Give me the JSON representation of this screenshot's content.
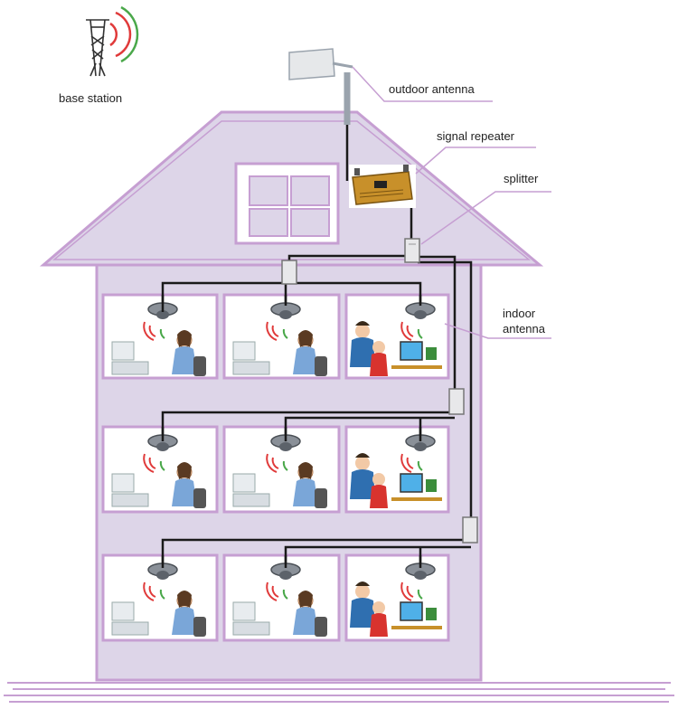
{
  "labels": {
    "base_station": "base station",
    "outdoor_antenna": "outdoor antenna",
    "signal_repeater": "signal repeater",
    "splitter": "splitter",
    "indoor_antenna_line1": "indoor",
    "indoor_antenna_line2": "antenna"
  },
  "colors": {
    "house_fill": "#ddd5e8",
    "house_outline": "#c69fd2",
    "room_fill": "#ffffff",
    "cable": "#1a1a1a",
    "signal_red": "#e03a3a",
    "signal_green": "#4aa84a",
    "repeater_gold": "#c8902a"
  },
  "icons": {
    "tower": "radio-tower-icon",
    "outdoor_antenna": "panel-antenna-icon",
    "repeater": "signal-repeater-icon",
    "splitter": "splitter-icon",
    "indoor_antenna": "ceiling-antenna-icon",
    "person_phone": "person-on-phone-icon",
    "people_computer": "people-at-computer-icon"
  }
}
